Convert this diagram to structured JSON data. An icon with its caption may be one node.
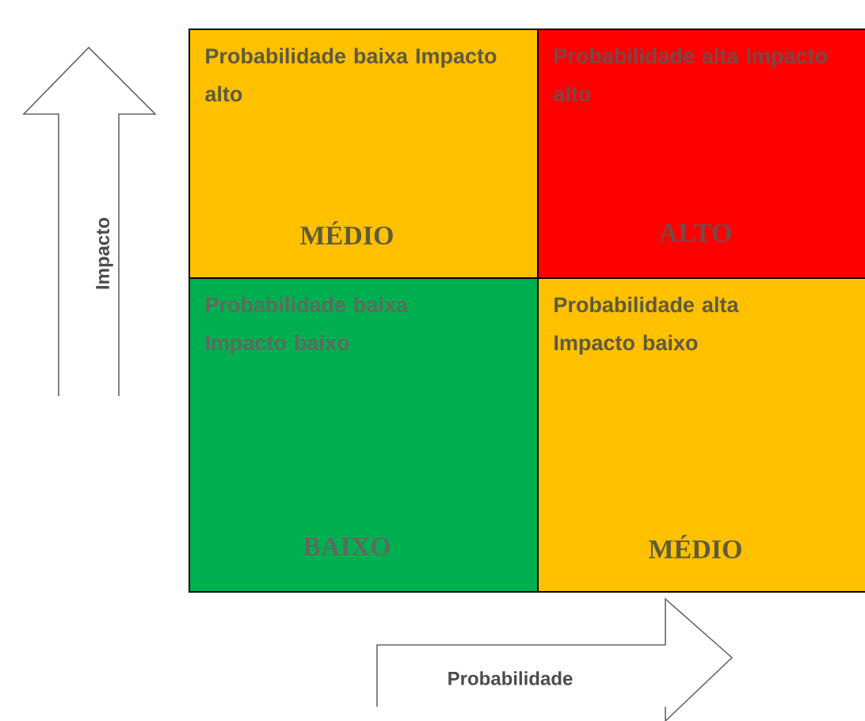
{
  "diagram": {
    "nodes": [
      {
        "text": [
          "Probabilidade baixa Impacto alto",
          "MÉDIO"
        ]
      },
      {
        "text": [
          "Probabilidade alta Impacto alto",
          "ALTO"
        ]
      },
      {
        "text": [
          "Probabilidade baixa Impacto baixo",
          "BAIXO"
        ]
      },
      {
        "text": [
          "Probabilidade alta Impacto baixo",
          "MÉDIO"
        ]
      }
    ],
    "labels": [
      "Impacto",
      "Probabilidade"
    ]
  }
}
